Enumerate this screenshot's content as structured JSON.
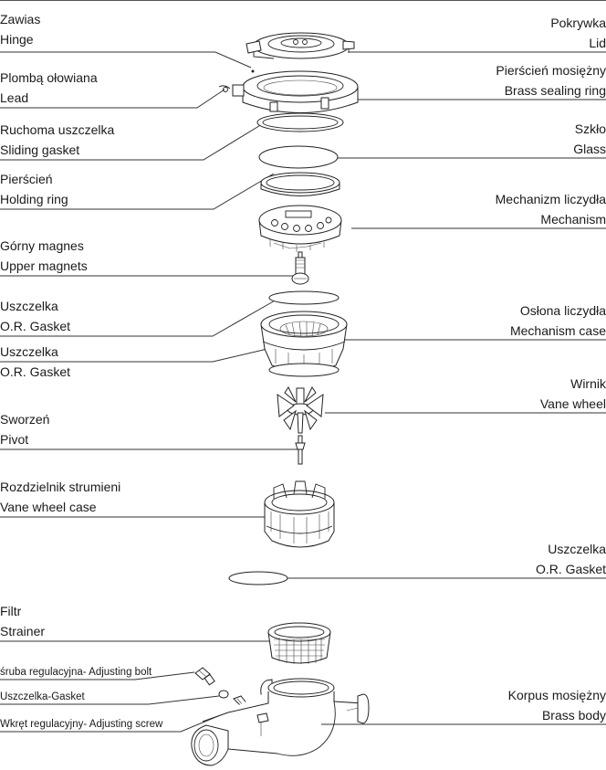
{
  "labels": {
    "hinge": {
      "pl": "Zawias",
      "en": "Hinge"
    },
    "lead": {
      "pl": "Plombą ołowiana",
      "en": "Lead"
    },
    "sliding_gasket": {
      "pl": "Ruchoma uszczelka",
      "en": "Sliding gasket"
    },
    "holding_ring": {
      "pl": "Pierścień",
      "en": "Holding ring"
    },
    "upper_magnets": {
      "pl": "Górny magnes",
      "en": "Upper magnets"
    },
    "or_gasket_1": {
      "pl": "Uszczelka",
      "en": "O.R. Gasket"
    },
    "or_gasket_2": {
      "pl": "Uszczelka",
      "en": "O.R. Gasket"
    },
    "pivot": {
      "pl": "Sworzeń",
      "en": "Pivot"
    },
    "vane_wheel_case": {
      "pl": "Rozdzielnik strumieni",
      "en": "Vane wheel case"
    },
    "strainer": {
      "pl": "Filtr",
      "en": "Strainer"
    },
    "adjusting_bolt": "śruba regulacyjna- Adjusting bolt",
    "gasket": "Uszczelka-Gasket",
    "adjusting_screw": "Wkręt regulacyjny- Adjusting screw",
    "lid": {
      "pl": "Pokrywka",
      "en": "Lid"
    },
    "brass_sealing_ring": {
      "pl": "Pierścień mosiężny",
      "en": "Brass sealing ring"
    },
    "glass": {
      "pl": "Szkło",
      "en": "Glass"
    },
    "mechanism": {
      "pl": "Mechanizm liczydła",
      "en": "Mechanism"
    },
    "mechanism_case": {
      "pl": "Osłona liczydła",
      "en": "Mechanism case"
    },
    "vane_wheel": {
      "pl": "Wirnik",
      "en": "Vane wheel"
    },
    "or_gasket_3": {
      "pl": "Uszczelka",
      "en": "O.R. Gasket"
    },
    "brass_body": {
      "pl": "Korpus mosiężny",
      "en": "Brass body"
    }
  }
}
